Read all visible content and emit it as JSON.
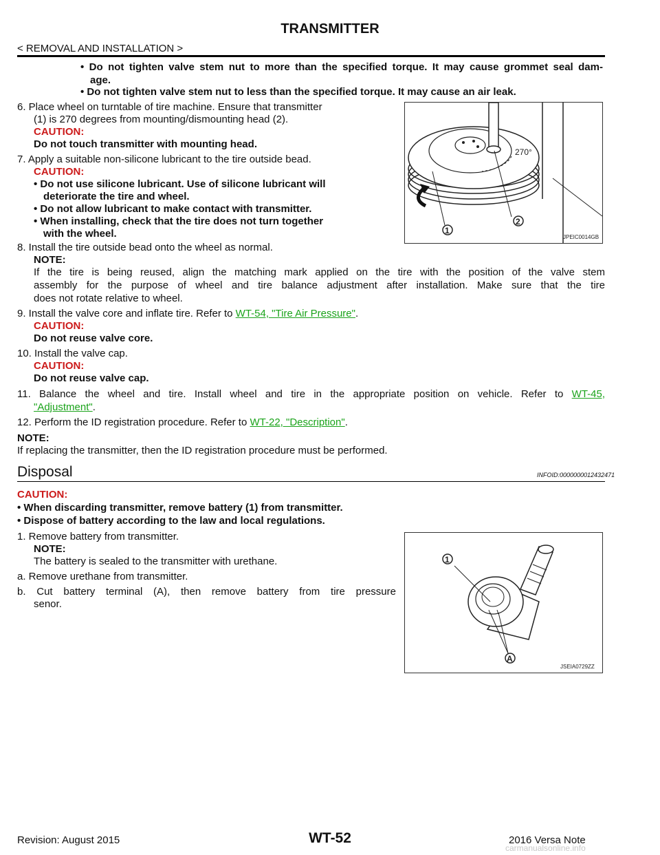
{
  "header": {
    "title": "TRANSMITTER",
    "breadcrumb": "< REMOVAL AND INSTALLATION >"
  },
  "top_bullets": [
    "• Do not tighten valve stem nut to more than the specified torque. It may cause grommet seal dam-",
    "age.",
    "• Do not tighten valve stem nut to less than the specified torque. It may cause an air leak."
  ],
  "steps": {
    "s6": {
      "l1": "6. Place wheel on turntable of tire machine. Ensure that transmitter",
      "l2": "(1) is 270 degrees from mounting/dismounting head (2).",
      "caution": "CAUTION:",
      "c1": "Do not touch transmitter with mounting head."
    },
    "s7": {
      "l1": "7. Apply a suitable non-silicone lubricant to the tire outside bead.",
      "caution": "CAUTION:",
      "c1": "• Do not use silicone lubricant. Use of silicone lubricant will",
      "c1b": "deteriorate the tire and wheel.",
      "c2": "• Do not allow lubricant to make contact with transmitter.",
      "c3": "• When installing, check that the tire does not turn together",
      "c3b": "with the wheel."
    },
    "s8": {
      "l1": "8. Install the tire outside bead onto the wheel as normal.",
      "note": "NOTE:",
      "n1": "If the tire is being reused, align the matching mark applied on the tire with the position of the valve stem",
      "n2": "assembly for the purpose of wheel and tire balance adjustment after installation. Make sure that the tire",
      "n3": "does not rotate relative to wheel."
    },
    "s9": {
      "l1_pre": "9. Install the valve core and inflate tire. Refer to ",
      "link": "WT-54, \"Tire Air Pressure\"",
      "l1_post": ".",
      "caution": "CAUTION:",
      "c1": "Do not reuse valve core."
    },
    "s10": {
      "l1": "10. Install the valve cap.",
      "caution": "CAUTION:",
      "c1": "Do not reuse valve cap."
    },
    "s11": {
      "l1_pre": "11. Balance the wheel and tire. Install wheel and tire in the appropriate position on vehicle. Refer to ",
      "link_a": "WT-45,",
      "link_b": "\"Adjustment\"",
      "l2_post": "."
    },
    "s12": {
      "l1_pre": "12. Perform the ID registration procedure. Refer to ",
      "link": "WT-22, \"Description\"",
      "l1_post": "."
    },
    "note": "NOTE:",
    "note_text": "If replacing the transmitter, then the ID registration procedure must be performed."
  },
  "disposal": {
    "heading": "Disposal",
    "infoid": "INFOID:0000000012432471",
    "caution": "CAUTION:",
    "c1": "• When discarding transmitter, remove battery (1) from transmitter.",
    "c2": "• Dispose of battery according to the law and local regulations.",
    "s1": "1. Remove battery from transmitter.",
    "note": "NOTE:",
    "n1": "The battery is sealed to the transmitter with urethane.",
    "a": "a. Remove urethane from transmitter.",
    "b1": "b. Cut battery terminal (A), then remove battery from tire pressure",
    "b2": "senor."
  },
  "figures": {
    "fig1": {
      "code": "JPEIC0014GB",
      "angle": "270°",
      "callout1": "1",
      "callout2": "2"
    },
    "fig2": {
      "code": "JSEIA0729ZZ",
      "callout1": "1",
      "calloutA": "A"
    }
  },
  "footer": {
    "revision": "Revision: August 2015",
    "page": "WT-52",
    "model": "2016 Versa Note",
    "watermark": "carmanualsonline.info"
  }
}
